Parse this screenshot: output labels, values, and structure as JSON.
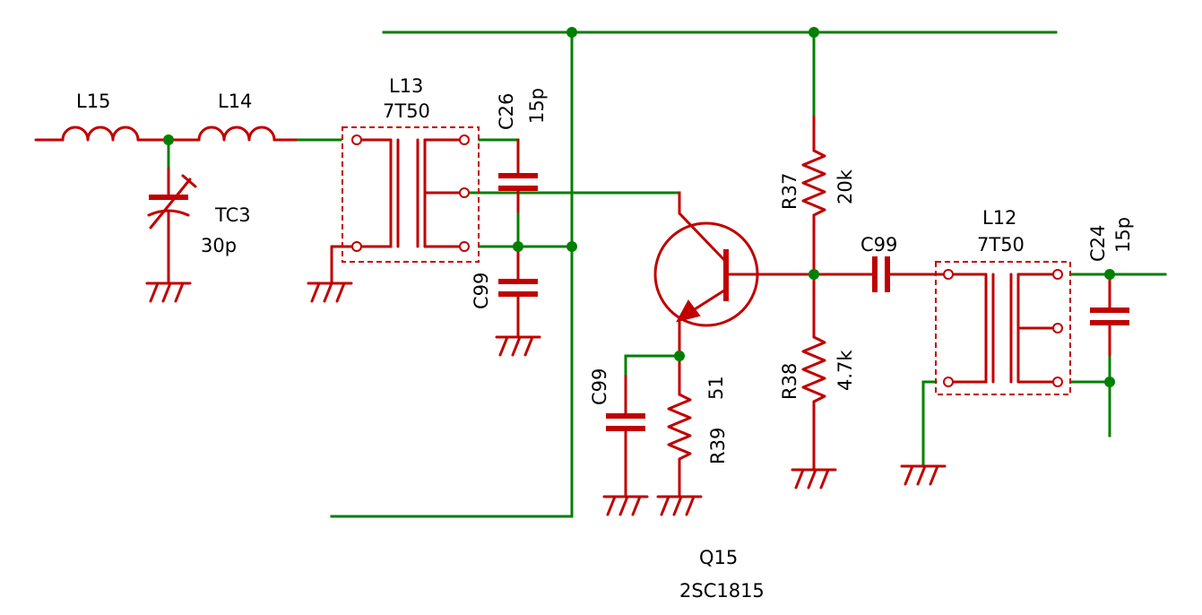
{
  "colors": {
    "wire": "#008000",
    "component": "#c00000",
    "label": "#000000",
    "background": "#ffffff"
  },
  "labels": {
    "l15": "L15",
    "l14": "L14",
    "l13": "L13",
    "l13_type": "7T50",
    "c26": "C26",
    "c26_value": "15p",
    "tc3": "TC3",
    "tc3_value": "30p",
    "c99_a": "C99",
    "c99_b": "C99",
    "c99_c": "C99",
    "r37": "R37",
    "r37_value": "20k",
    "r38": "R38",
    "r38_value": "4.7k",
    "r39": "R39",
    "r39_value": "51",
    "l12": "L12",
    "l12_type": "7T50",
    "c24": "C24",
    "c24_value": "15p",
    "q15": "Q15",
    "q15_type": "2SC1815"
  }
}
